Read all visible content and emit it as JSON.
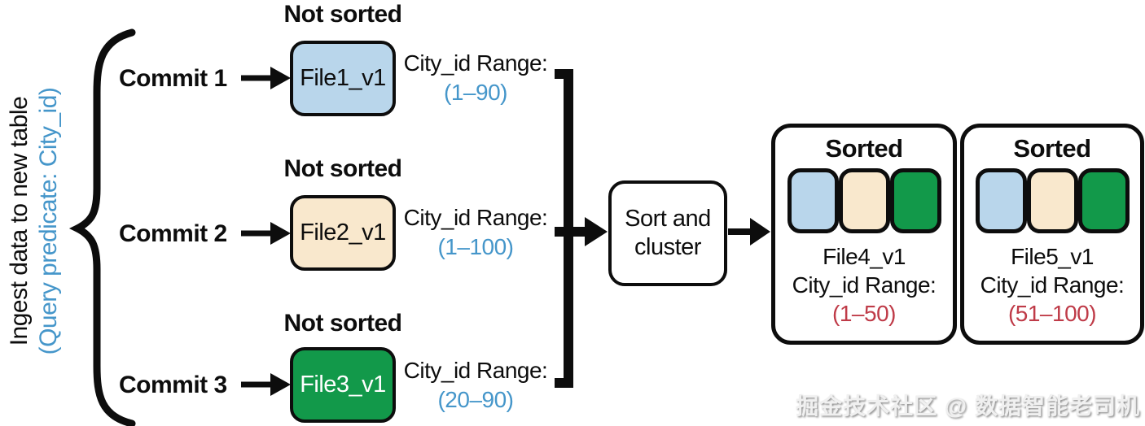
{
  "ingest_label": {
    "line1": "Ingest data to new table",
    "line2": "(Query predicate: City_id)"
  },
  "commits": [
    {
      "label": "Commit 1",
      "status": "Not sorted",
      "file": "File1_v1",
      "range_label": "City_id Range:",
      "range": "(1–90)",
      "fill": "#b9d6eb",
      "text_color": "#0d0d0d"
    },
    {
      "label": "Commit 2",
      "status": "Not sorted",
      "file": "File2_v1",
      "range_label": "City_id Range:",
      "range": "(1–100)",
      "fill": "#f9e8cd",
      "text_color": "#0d0d0d"
    },
    {
      "label": "Commit 3",
      "status": "Not sorted",
      "file": "File3_v1",
      "range_label": "City_id Range:",
      "range": "(20–90)",
      "fill": "#12994a",
      "text_color": "#ffffff"
    }
  ],
  "process": {
    "line1": "Sort and",
    "line2": "cluster"
  },
  "outputs": [
    {
      "title": "Sorted",
      "file": "File4_v1",
      "range_label": "City_id Range:",
      "range": "(1–50)"
    },
    {
      "title": "Sorted",
      "file": "File5_v1",
      "range_label": "City_id Range:",
      "range": "(51–100)"
    }
  ],
  "swatch_colors": [
    "#b9d6eb",
    "#f9e8cd",
    "#12994a"
  ],
  "colors": {
    "blue_text": "#4596ca",
    "red_text": "#bf3b48",
    "stroke_black": "#0d0d0d",
    "file_blue": "#b9d6eb",
    "file_cream": "#f9e8cd",
    "file_green": "#12994a"
  },
  "watermark": "掘金技术社区 @ 数据智能老司机"
}
